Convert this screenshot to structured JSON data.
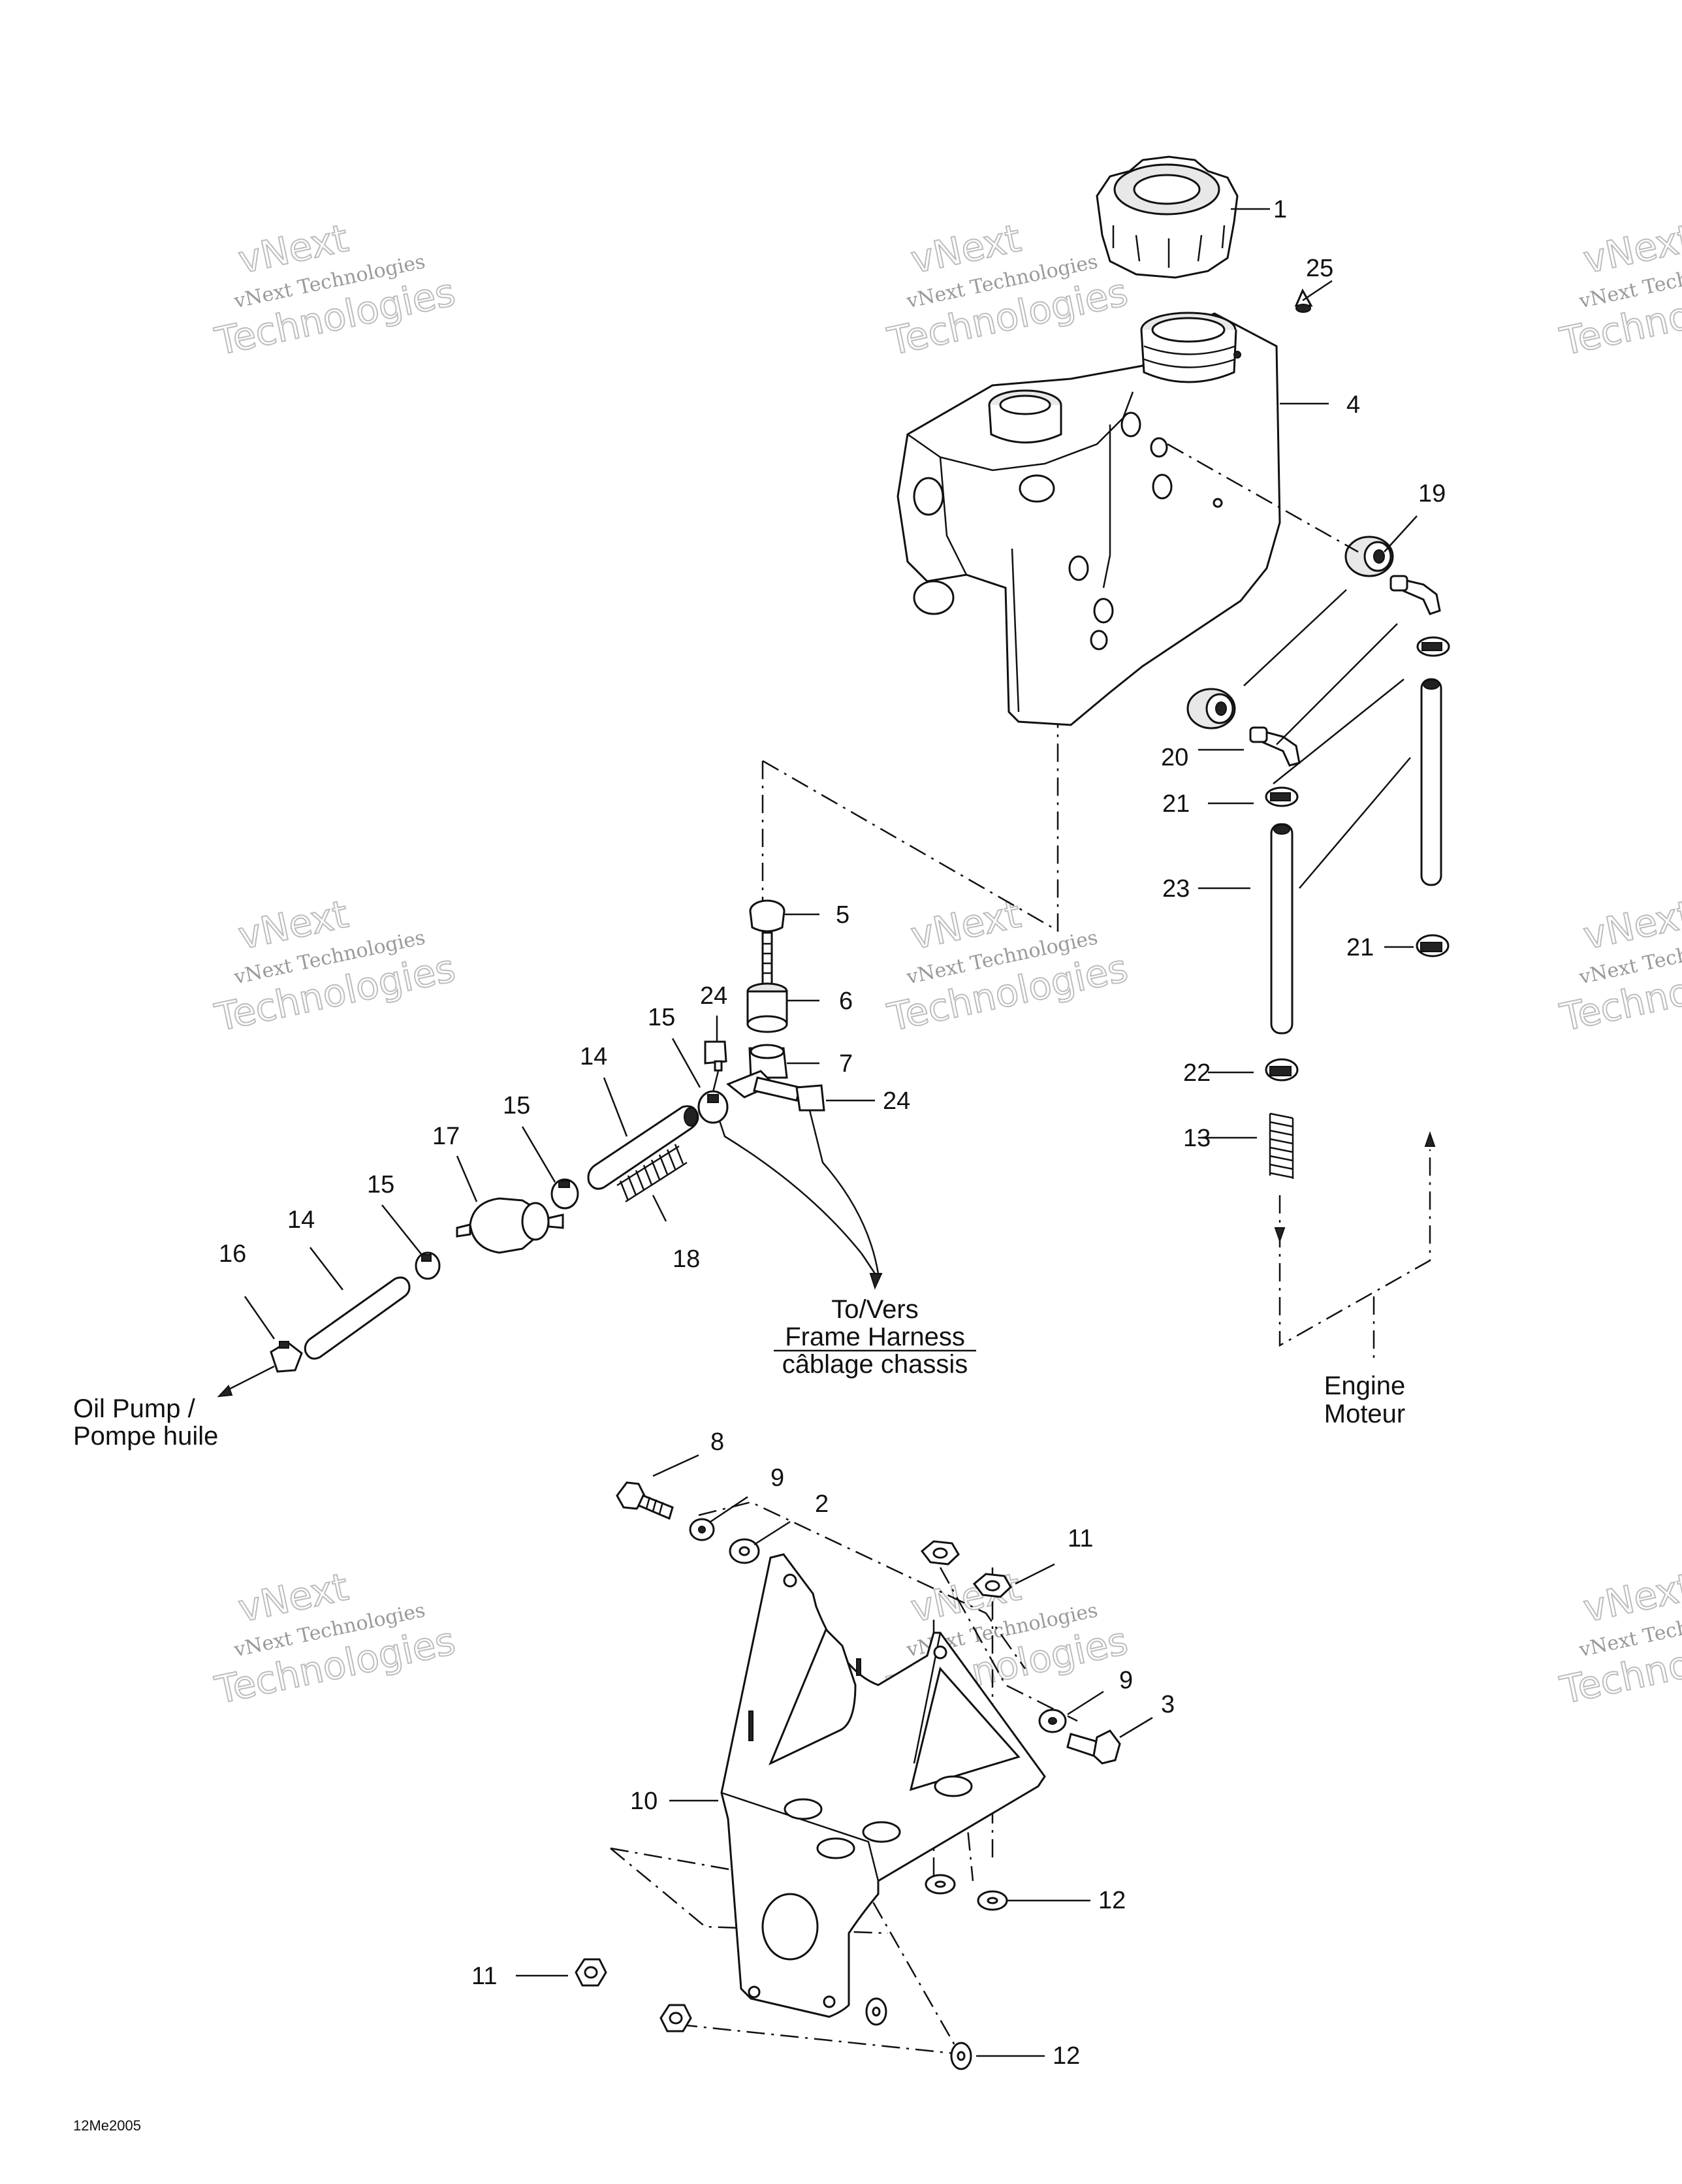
{
  "callouts": [
    "1",
    "2",
    "3",
    "4",
    "5",
    "6",
    "7",
    "8",
    "9",
    "10",
    "11",
    "12",
    "13",
    "14",
    "15",
    "16",
    "17",
    "18",
    "19",
    "20",
    "21",
    "22",
    "23",
    "24",
    "25"
  ],
  "labels": {
    "frame_harness": [
      "To/Vers",
      "Frame Harness",
      "câblage chassis"
    ],
    "oil_pump": [
      "Oil Pump /",
      "Pompe huile"
    ],
    "engine": [
      "Engine",
      "Moteur"
    ]
  },
  "watermark": {
    "line1": "vNext Technologies",
    "line2": "vNext",
    "line3": "Technologies"
  },
  "drawing_code": "12Me2005"
}
